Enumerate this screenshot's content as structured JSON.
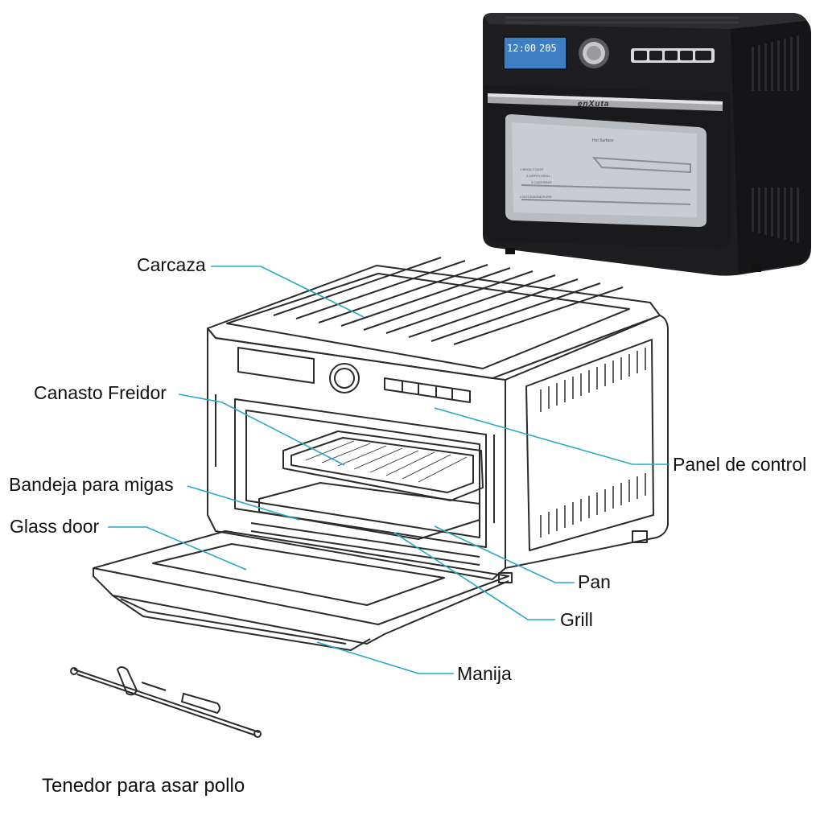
{
  "labels": {
    "carcaza": "Carcaza",
    "canasto": "Canasto Freidor",
    "bandeja": "Bandeja para migas",
    "glass": "Glass door",
    "panel": "Panel de control",
    "pan": "Pan",
    "grill": "Grill",
    "manija": "Manija",
    "tenedor": "Tenedor para asar pollo"
  },
  "photo": {
    "brand": "enXuta",
    "display_time": "12:00",
    "display_temp": "205",
    "door_labels": [
      "Hot Surface",
      "1 BROIL/TOAST",
      "2 AIRFRY/GRILL",
      "3 CAKE/BAKE",
      "4 ROTISSERIE/FORK"
    ]
  },
  "colors": {
    "leader": "#2aa8c4",
    "outline": "#2b2b2b",
    "oven_body": "#1e1e20",
    "lcd": "#3d7fc2"
  }
}
